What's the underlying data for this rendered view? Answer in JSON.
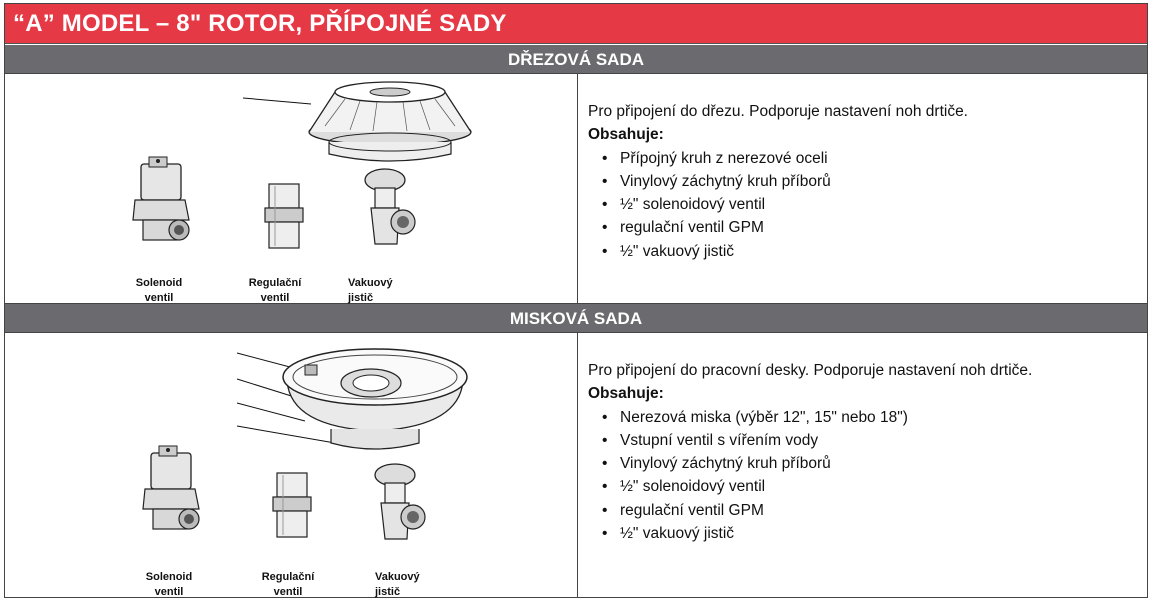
{
  "title": "“A” MODEL – 8\" ROTOR, PŘÍPOJNÉ SADY",
  "sections": [
    {
      "header": "DŘEZOVÁ SADA",
      "description": "Pro připojení do dřezu. Podporuje nastavení noh drtiče.",
      "contains_label": "Obsahuje:",
      "items": [
        "Přípojný kruh z nerezové oceli",
        "Vinylový záchytný kruh příborů",
        "½\" solenoidový ventil",
        "regulační ventil GPM",
        "½\" vakuový jistič"
      ],
      "captions": {
        "solenoid": [
          "Solenoid",
          "ventil"
        ],
        "regulation": [
          "Regulační",
          "ventil"
        ],
        "vacuum": [
          "Vakuový",
          "jistič"
        ]
      }
    },
    {
      "header": "MISKOVÁ SADA",
      "description": "Pro připojení do pracovní desky. Podporuje nastavení noh drtiče.",
      "contains_label": "Obsahuje:",
      "items": [
        "Nerezová miska (výběr 12\", 15\" nebo 18\")",
        "Vstupní ventil s vířením vody",
        "Vinylový záchytný kruh příborů",
        "½\" solenoidový ventil",
        "regulační ventil GPM",
        "½\" vakuový jistič"
      ],
      "captions": {
        "solenoid": [
          "Solenoid",
          "ventil"
        ],
        "regulation": [
          "Regulační",
          "ventil"
        ],
        "vacuum": [
          "Vakuový",
          "jistič"
        ]
      }
    }
  ]
}
